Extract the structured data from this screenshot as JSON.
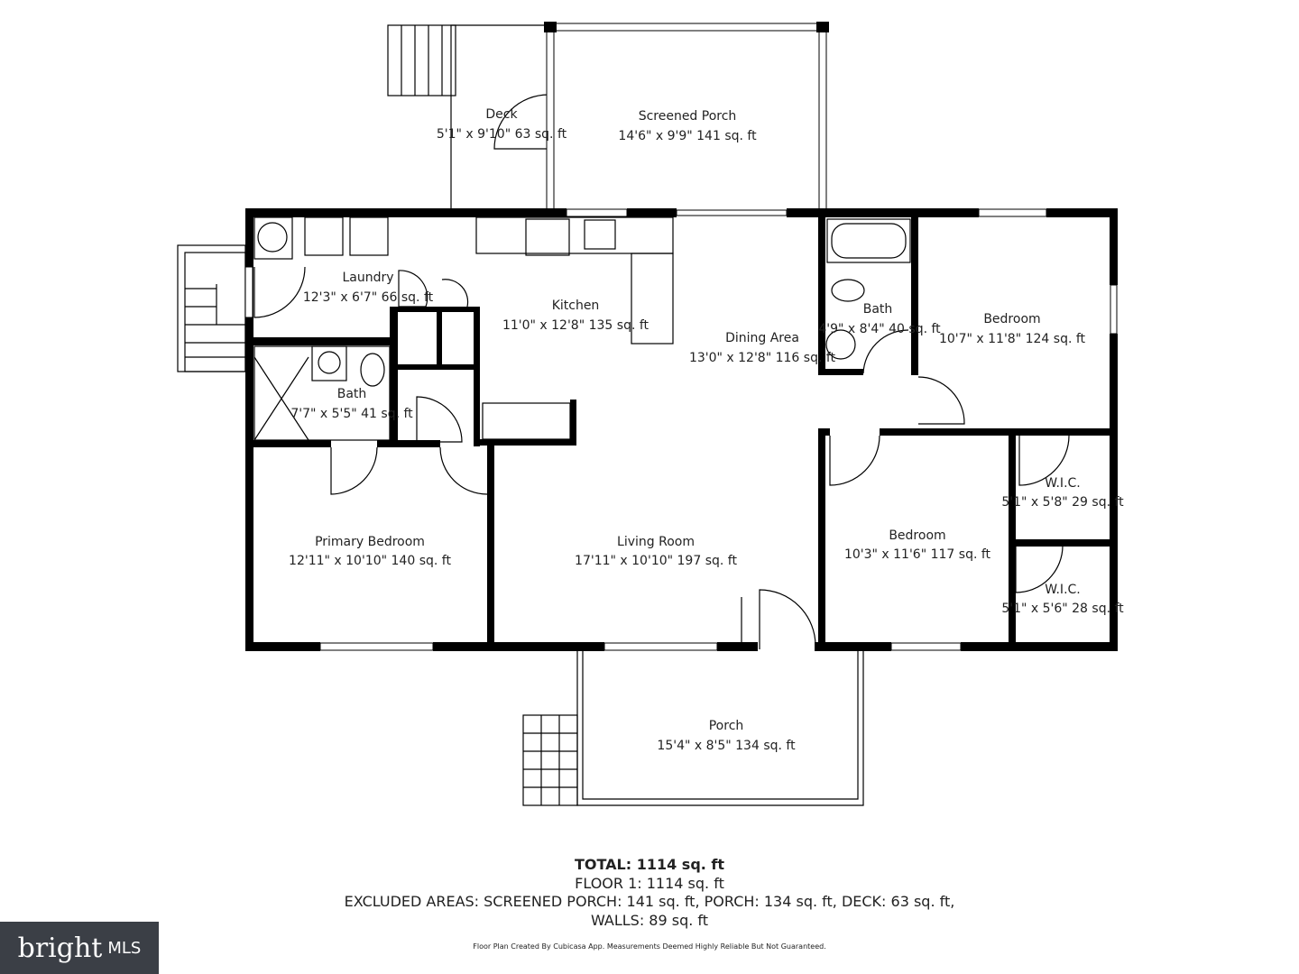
{
  "rooms": {
    "deck": {
      "name": "Deck",
      "dims": "5'1\" x 9'10\" 63 sq. ft"
    },
    "screened_porch": {
      "name": "Screened Porch",
      "dims": "14'6\" x 9'9\" 141 sq. ft"
    },
    "laundry": {
      "name": "Laundry",
      "dims": "12'3\" x 6'7\" 66 sq. ft"
    },
    "kitchen": {
      "name": "Kitchen",
      "dims": "11'0\" x 12'8\" 135 sq. ft"
    },
    "dining": {
      "name": "Dining Area",
      "dims": "13'0\" x 12'8\" 116 sq. ft"
    },
    "bath_right": {
      "name": "Bath",
      "dims": "4'9\" x 8'4\" 40 sq. ft"
    },
    "bedroom_ne": {
      "name": "Bedroom",
      "dims": "10'7\" x 11'8\" 124 sq. ft"
    },
    "bath_left": {
      "name": "Bath",
      "dims": "7'7\" x 5'5\" 41 sq. ft"
    },
    "primary": {
      "name": "Primary Bedroom",
      "dims": "12'11\" x 10'10\" 140 sq. ft"
    },
    "living": {
      "name": "Living Room",
      "dims": "17'11\" x 10'10\" 197 sq. ft"
    },
    "bedroom_se": {
      "name": "Bedroom",
      "dims": "10'3\" x 11'6\" 117 sq. ft"
    },
    "wic1": {
      "name": "W.I.C.",
      "dims": "5'1\" x 5'8\" 29 sq. ft"
    },
    "wic2": {
      "name": "W.I.C.",
      "dims": "5'1\" x 5'6\" 28 sq. ft"
    },
    "porch": {
      "name": "Porch",
      "dims": "15'4\" x 8'5\" 134 sq. ft"
    }
  },
  "summary": {
    "total": "TOTAL: 1114 sq. ft",
    "floor": "FLOOR 1: 1114 sq. ft",
    "excluded": "EXCLUDED AREAS: SCREENED PORCH: 141 sq. ft, PORCH: 134 sq. ft, DECK: 63 sq. ft,",
    "walls": "WALLS: 89 sq. ft",
    "disclaimer": "Floor Plan Created By Cubicasa App. Measurements Deemed Highly Reliable But Not Guaranteed."
  },
  "logo": {
    "brand": "bright",
    "suffix": "MLS",
    "bg": "#3b3f46",
    "accent": "#e8742a"
  }
}
